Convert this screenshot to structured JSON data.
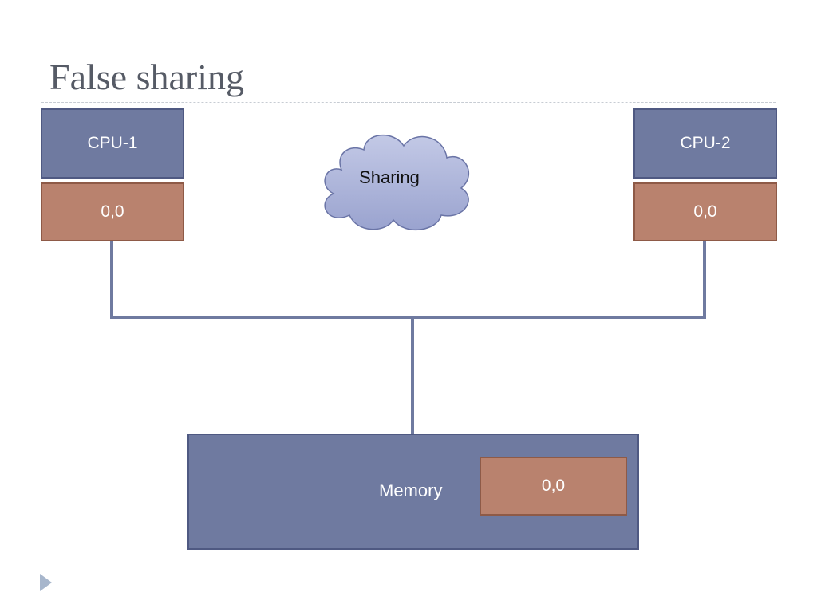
{
  "slide": {
    "title": "False sharing"
  },
  "diagram": {
    "cpu1": {
      "label": "CPU-1",
      "cache_value": "0,0"
    },
    "cpu2": {
      "label": "CPU-2",
      "cache_value": "0,0"
    },
    "cloud": {
      "label": "Sharing"
    },
    "memory": {
      "label": "Memory",
      "cache_value": "0,0"
    }
  },
  "colors": {
    "cpu_fill": "#6f7aa0",
    "cache_fill": "#b9826e",
    "wire": "#6f7aa0",
    "cloud_fill": "#a9b2d9",
    "title": "#565b66"
  }
}
